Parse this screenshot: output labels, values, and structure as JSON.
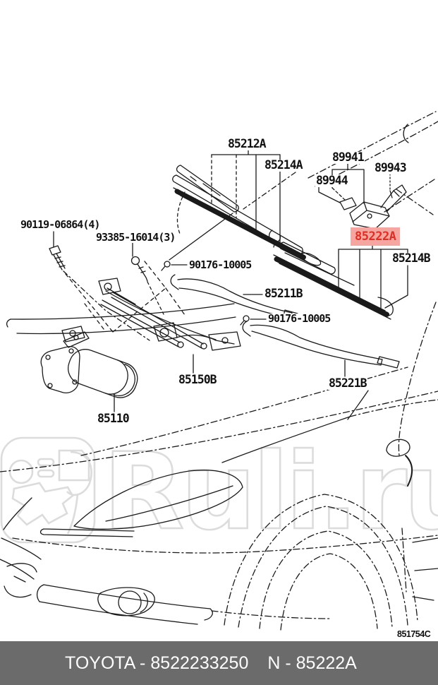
{
  "watermark": {
    "text": "Ruli.ru",
    "logo": "steering-wheel-badge"
  },
  "diagram": {
    "drawing_code": "851754C",
    "highlighted_part": {
      "text": "85222A",
      "bg_color": "#F5A6A0",
      "text_color": "#DD2F23"
    },
    "labels": [
      {
        "text": "85212A"
      },
      {
        "text": "85214A"
      },
      {
        "text": "89941"
      },
      {
        "text": "89944"
      },
      {
        "text": "89943"
      },
      {
        "text": "85214B"
      },
      {
        "text": "90119-06864(4)"
      },
      {
        "text": "93385-16014(3)"
      },
      {
        "text": "90176-10005"
      },
      {
        "text": "85211B"
      },
      {
        "text": "90176-10005"
      },
      {
        "text": "85150B"
      },
      {
        "text": "85221B"
      },
      {
        "text": "85110"
      }
    ]
  },
  "footer": {
    "brand_line": "TOYOTA - 8522233250",
    "part_code": "N - 85222A"
  },
  "colors": {
    "line": "#1a1a1a",
    "watermark": "#dcdcdc",
    "footer_bg": "#6B6B6B"
  }
}
